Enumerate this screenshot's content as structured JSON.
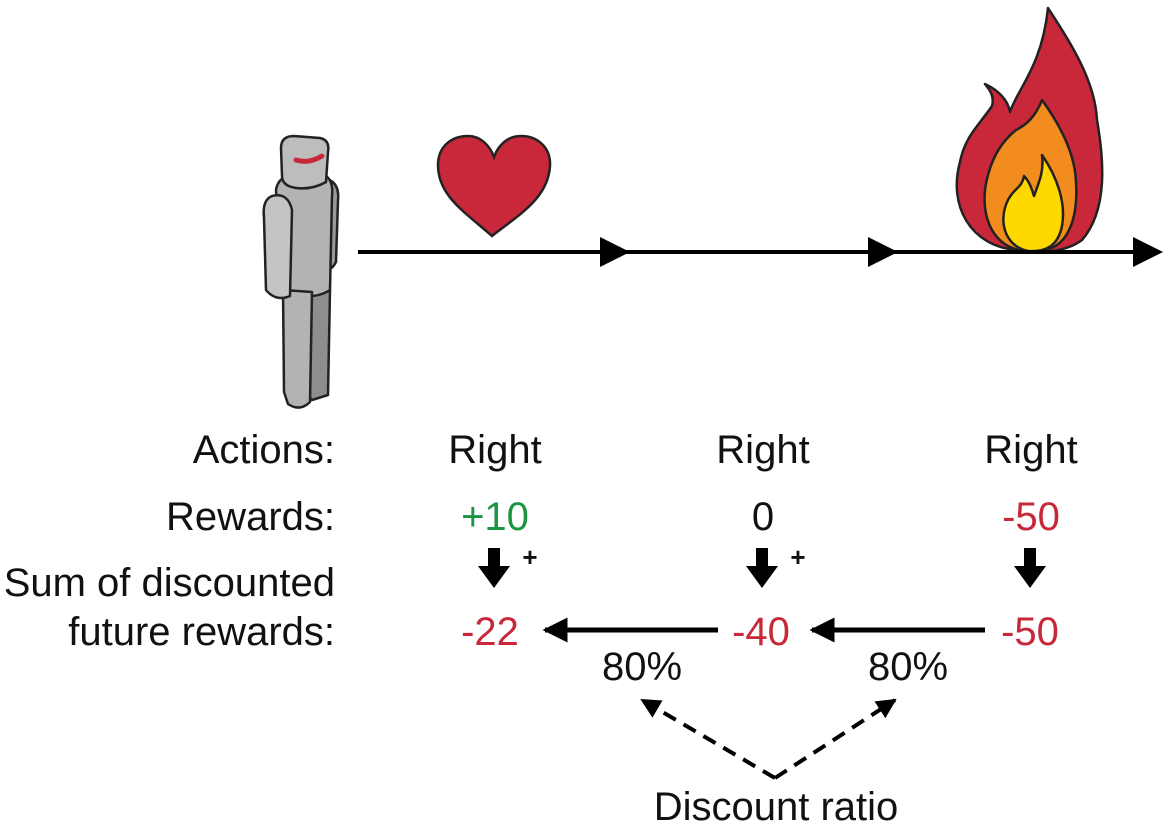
{
  "labels": {
    "actions": "Actions:",
    "rewards": "Rewards:",
    "sum_line1": "Sum of discounted",
    "sum_line2": "future rewards:",
    "discount_ratio": "Discount ratio"
  },
  "steps": [
    {
      "action": "Right",
      "reward": "+10",
      "sum": "-22",
      "plus": "+"
    },
    {
      "action": "Right",
      "reward": "0",
      "sum": "-40",
      "plus": "+"
    },
    {
      "action": "Right",
      "reward": "-50",
      "sum": "-50"
    }
  ],
  "discounts": [
    "80%",
    "80%"
  ],
  "icons": [
    "robot-agent-icon",
    "heart-icon",
    "fire-icon"
  ],
  "colors": {
    "negative": "#c8283a",
    "positive": "#1a9640",
    "heart": "#c8283a",
    "fire_outer": "#c8283a",
    "fire_middle": "#f28c1e",
    "fire_inner": "#ffd800",
    "robot": "#b3b3b3"
  }
}
